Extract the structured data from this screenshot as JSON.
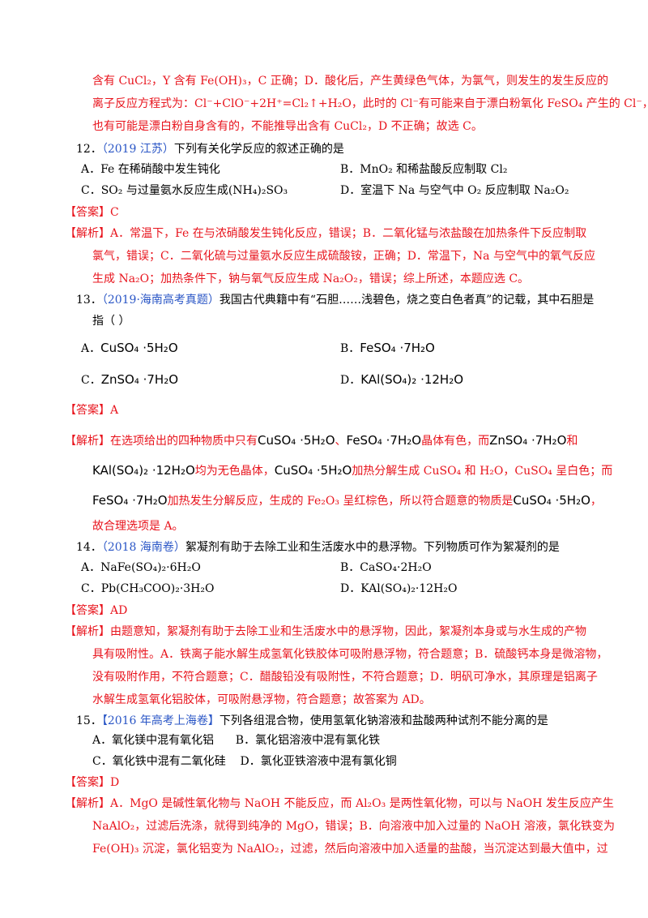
{
  "top": {
    "l1": "含有 CuCl₂，Y 含有 Fe(OH)₃，C 正确；D．酸化后，产生黄绿色气体，为氯气，则发生的发生反应的",
    "l2": "离子反应方程式为：Cl⁻+ClO⁻+2H⁺=Cl₂↑+H₂O，此时的 Cl⁻有可能来自于漂白粉氧化 FeSO₄ 产生的 Cl⁻，",
    "l3": "也有可能是漂白粉自身含有的，不能推导出含有 CuCl₂，D 不正确；故选 C。"
  },
  "q12": {
    "num": "12．",
    "src": "（2019 江苏）",
    "stem": "下列有关化学反应的叙述正确的是",
    "A": "A．Fe 在稀硝酸中发生钝化",
    "B": "B．MnO₂ 和稀盐酸反应制取 Cl₂",
    "C": "C．SO₂ 与过量氨水反应生成(NH₄)₂SO₃",
    "D": "D．室温下 Na 与空气中 O₂ 反应制取 Na₂O₂",
    "ans_label": "【答案】",
    "ans": "C",
    "exp_label": "【解析】",
    "e1": "A．常温下，Fe 在与浓硝酸发生钝化反应，错误；B．二氧化锰与浓盐酸在加热条件下反应制取",
    "e2": "氯气，错误；C．二氧化硫与过量氨水反应生成硫酸铵，正确；D．常温下，Na 与空气中的氧气反应",
    "e3": "生成 Na₂O；加热条件下，钠与氧气反应生成 Na₂O₂，错误；综上所述，本题应选 C。"
  },
  "q13": {
    "num": "13．",
    "src": "（2019·海南高考真题）",
    "stem": "我国古代典籍中有“石胆……浅碧色，烧之变白色者真”的记载，其中石胆是",
    "stem2": "指（   ）",
    "A_l": "A．",
    "A": "CuSO₄ ·5H₂O",
    "B_l": "B．",
    "B": "FeSO₄ ·7H₂O",
    "C_l": "C．",
    "C": "ZnSO₄ ·7H₂O",
    "D_l": "D．",
    "D": "KAl(SO₄)₂ ·12H₂O",
    "ans_label": "【答案】",
    "ans": "A",
    "exp_label": "【解析】",
    "e1a": "在选项给出的四种物质中只有",
    "e1b": "CuSO₄ ·5H₂O",
    "e1c": "、",
    "e1d": "FeSO₄ ·7H₂O",
    "e1e": "晶体有色，而",
    "e1f": "ZnSO₄ ·7H₂O",
    "e1g": "和",
    "e2a": "KAl(SO₄)₂ ·12H₂O",
    "e2b": "均为无色晶体，",
    "e2c": "CuSO₄ ·5H₂O",
    "e2d": "加热分解生成 CuSO₄ 和 H₂O，CuSO₄ 呈白色；而",
    "e3a": "FeSO₄ ·7H₂O",
    "e3b": "加热发生分解反应，生成的 Fe₂O₃ 呈红棕色，所以符合题意的物质是",
    "e3c": "CuSO₄ ·5H₂O",
    "e3d": "，",
    "e4": "故合理选项是 A。"
  },
  "q14": {
    "num": "14．",
    "src": "（2018 海南卷）",
    "stem": "絮凝剂有助于去除工业和生活废水中的悬浮物。下列物质可作为絮凝剂的是",
    "A": "A．NaFe(SO₄)₂·6H₂O",
    "B": "B．CaSO₄·2H₂O",
    "C": "C．Pb(CH₃COO)₂·3H₂O",
    "D": "D．KAl(SO₄)₂·12H₂O",
    "ans_label": "【答案】",
    "ans": "AD",
    "exp_label": "【解析】",
    "e1": "由题意知，絮凝剂有助于去除工业和生活废水中的悬浮物，因此，絮凝剂本身或与水生成的产物",
    "e2": "具有吸附性。A．铁离子能水解生成氢氧化铁胶体可吸附悬浮物，符合题意；B．硫酸钙本身是微溶物，",
    "e3": "没有吸附作用，不符合题意；C．醋酸铅没有吸附性，不符合题意；D．明矾可净水，其原理是铝离子",
    "e4": "水解生成氢氧化铝胶体，可吸附悬浮物，符合题意；故答案为 AD。"
  },
  "q15": {
    "num": "15．",
    "src": "【2016 年高考上海卷】",
    "stem": "下列各组混合物，使用氢氧化钠溶液和盐酸两种试剂不能分离的是",
    "AB": "A．氧化镁中混有氧化铝      B．氯化铝溶液中混有氯化铁",
    "CD": "C．氧化铁中混有二氧化硅    D．氯化亚铁溶液中混有氯化铜",
    "ans_label": "【答案】",
    "ans": "D",
    "exp_label": "【解析】",
    "e1": "A．MgO 是碱性氧化物与 NaOH 不能反应，而 Al₂O₃ 是两性氧化物，可以与 NaOH 发生反应产生",
    "e2": "NaAlO₂，过滤后洗涤，就得到纯净的 MgO，错误；B．向溶液中加入过量的 NaOH 溶液，氯化铁变为",
    "e3": "Fe(OH)₃ 沉淀，氯化铝变为 NaAlO₂，过滤，然后向溶液中加入适量的盐酸，当沉淀达到最大值中，过"
  }
}
